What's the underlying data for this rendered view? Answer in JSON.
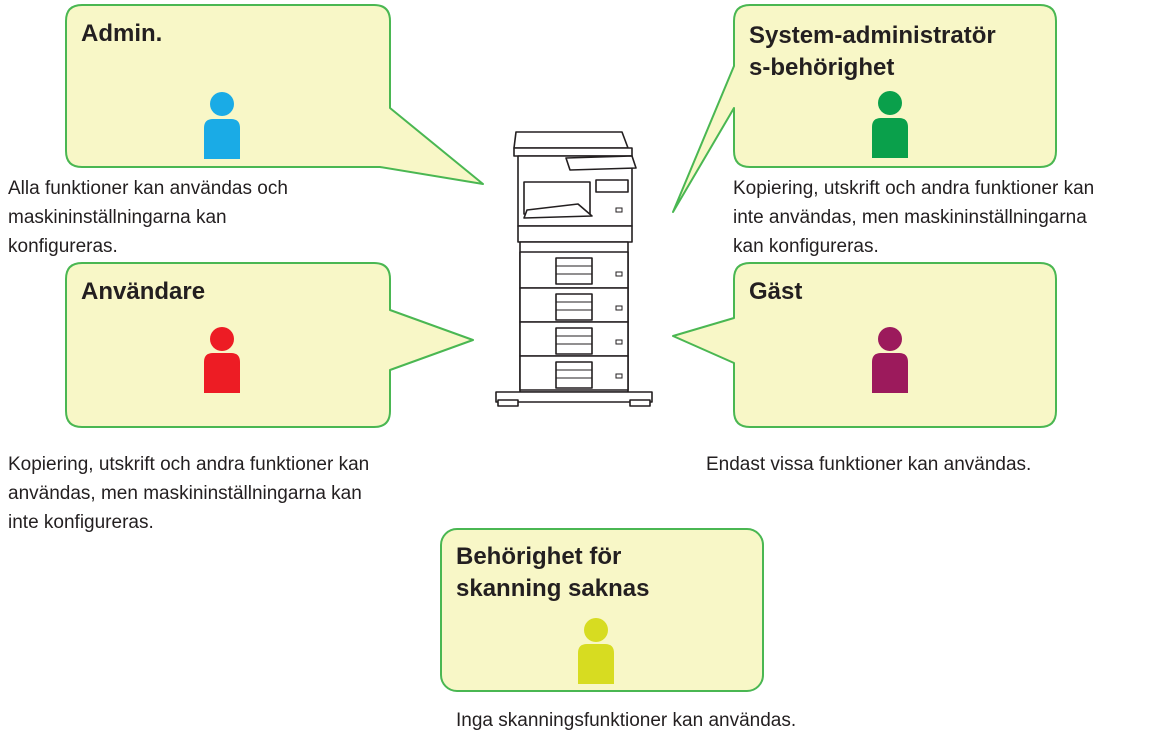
{
  "colors": {
    "bubble_fill": "#f8f7c7",
    "bubble_border": "#4ab752",
    "admin": "#1aabe6",
    "sysadmin": "#0aa04b",
    "user": "#ed1c24",
    "guest": "#9c1a5c",
    "no_scan": "#d7dc21"
  },
  "roles": {
    "admin": {
      "title": "Admin.",
      "description": "Alla funktioner kan användas och\nmaskininställningarna kan\nkonfigureras.",
      "icon": "person-icon"
    },
    "sysadmin": {
      "title": "System-administratör\ns-behörighet",
      "description": "Kopiering, utskrift och andra funktioner kan\ninte användas, men maskininställningarna\nkan konfigureras.",
      "icon": "person-icon"
    },
    "user": {
      "title": "Användare",
      "description": "Kopiering, utskrift och andra funktioner kan\nanvändas, men maskininställningarna kan\ninte konfigureras.",
      "icon": "person-icon"
    },
    "guest": {
      "title": "Gäst",
      "description": "Endast vissa funktioner kan användas.",
      "icon": "person-icon"
    },
    "no_scan": {
      "title": "Behörighet för\nskanning saknas",
      "description": "Inga skanningsfunktioner kan användas.",
      "icon": "person-icon"
    }
  },
  "center_icon": "multifunction-printer-icon"
}
